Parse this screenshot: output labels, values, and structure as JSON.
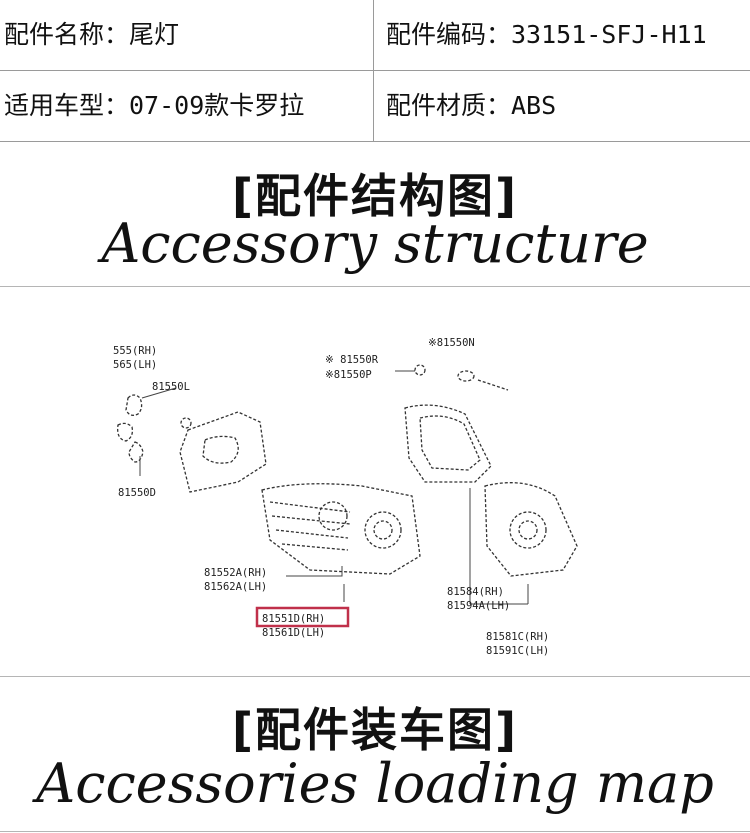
{
  "info": {
    "name_label": "配件名称：尾灯",
    "code_label": "配件编码：33151-SFJ-H11",
    "model_label": "适用车型：07-09款卡罗拉",
    "material_label": "配件材质：ABS"
  },
  "structure_section": {
    "title_cn": "[配件结构图]",
    "title_en": "Accessory structure"
  },
  "diagram": {
    "labels": {
      "p555": "555(RH)",
      "p565": "565(LH)",
      "p81550L": "81550L",
      "p81550D": "81550D",
      "p81550R": "※ 81550R",
      "p81550P": "※81550P",
      "p81550N": "※81550N",
      "p81552A": "81552A(RH)",
      "p81562A": "81562A(LH)",
      "p81551D": "81551D(RH)",
      "p81561D": "81561D(LH)",
      "p81584": "81584(RH)",
      "p81594A": "81594A(LH)",
      "p81581C": "81581C(RH)",
      "p81591C": "81591C(LH)"
    },
    "highlight_color": "#c0304a"
  },
  "loading_section": {
    "title_cn": "[配件装车图]",
    "title_en": "Accessories loading map"
  }
}
